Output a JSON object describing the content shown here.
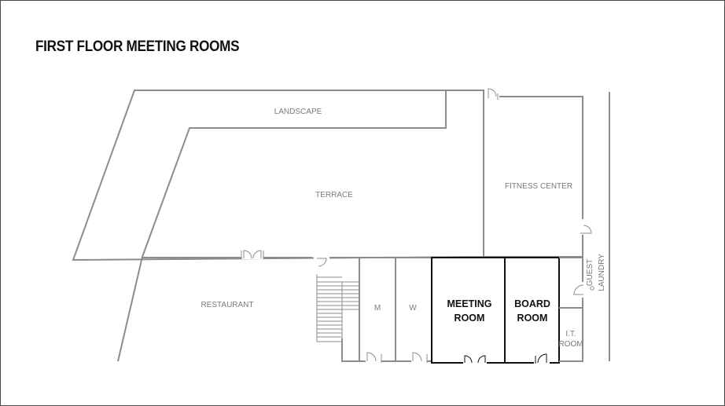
{
  "title": "FIRST FLOOR MEETING ROOMS",
  "rooms": {
    "landscape": "LANDSCAPE",
    "terrace": "TERRACE",
    "fitness_center": "FITNESS CENTER",
    "restaurant": "RESTAURANT",
    "mens_restroom": "M",
    "womens_restroom": "W",
    "meeting_room_line1": "MEETING",
    "meeting_room_line2": "ROOM",
    "board_room_line1": "BOARD",
    "board_room_line2": "ROOM",
    "guest_laundry_line1": "GUEST",
    "guest_laundry_line2": "LAUNDRY",
    "it_room_line1": "I.T.",
    "it_room_line2": "ROOM"
  },
  "colors": {
    "wall": "#8c8c8c",
    "highlight_wall": "#111111",
    "label": "#7a7a7a",
    "highlight_label": "#111111"
  }
}
